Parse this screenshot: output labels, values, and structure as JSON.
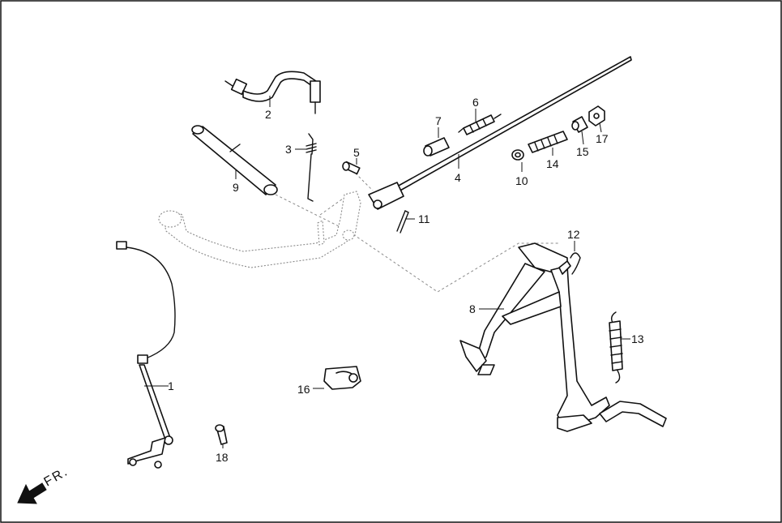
{
  "diagram": {
    "title": "",
    "colors": {
      "line": "#111111",
      "ghost": "#8a8a8a",
      "border": "#111111",
      "background": "#ffffff"
    },
    "direction_label": "FR.",
    "callouts": [
      "1",
      "2",
      "3",
      "4",
      "5",
      "6",
      "7",
      "8",
      "9",
      "10",
      "11",
      "12",
      "13",
      "14",
      "15",
      "16",
      "17",
      "18"
    ]
  }
}
